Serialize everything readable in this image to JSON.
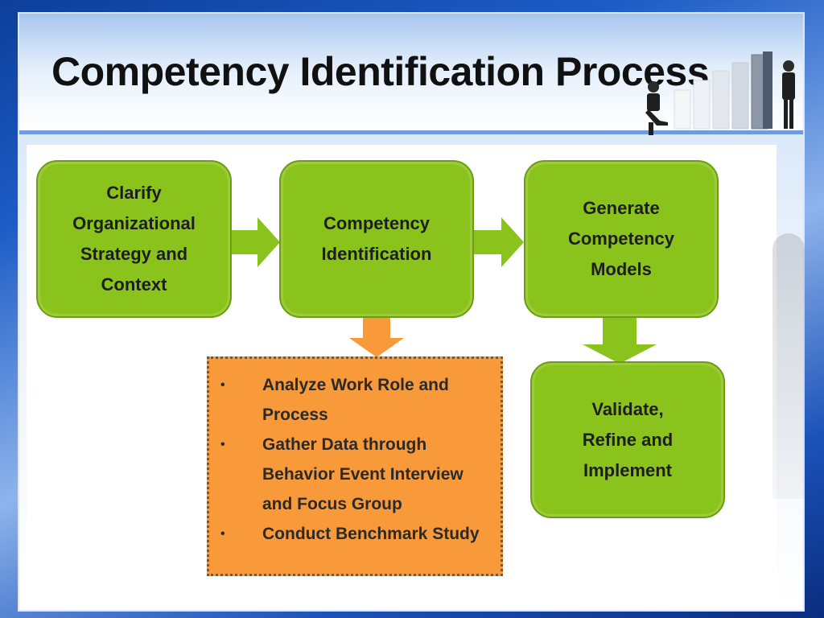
{
  "slide": {
    "title": "Competency Identification Process"
  },
  "process": {
    "step1": "Clarify\nOrganizational\nStrategy and\nContext",
    "step2": "Competency\nIdentification",
    "step3": "Generate\nCompetency\nModels",
    "step4": "Validate,\nRefine and\nImplement"
  },
  "details": {
    "bullet_symbol": "•",
    "items": [
      "Analyze Work Role and Process",
      "Gather Data through Behavior Event Interview and Focus Group",
      "Conduct Benchmark Study"
    ]
  },
  "colors": {
    "step_fill": "#8bc31d",
    "step_border": "#6e9d14",
    "arrow_green": "#8bc31d",
    "arrow_orange": "#f99a3a",
    "details_fill": "#f99a3a",
    "title_text": "#111111",
    "background_blue": "#1d5cc6"
  }
}
